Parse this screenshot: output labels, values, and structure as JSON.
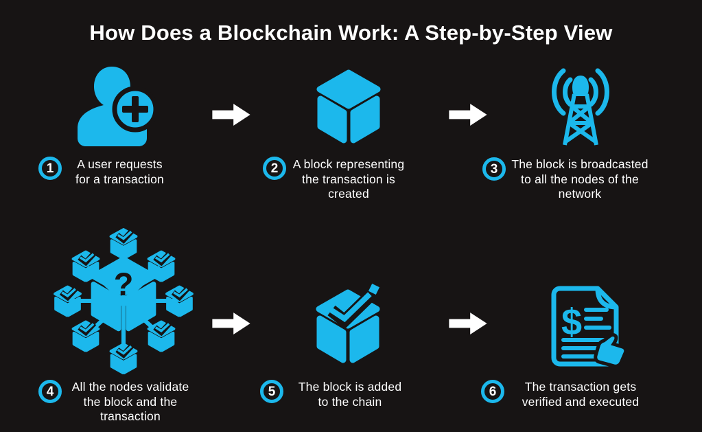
{
  "title": "How Does a Blockchain Work: A Step-by-Step View",
  "colors": {
    "background": "#171414",
    "accent_cyan": "#1cb8ec",
    "text": "#ffffff",
    "arrow": "#ffffff"
  },
  "glyphs": {
    "dollar": "$",
    "question": "?"
  },
  "steps": [
    {
      "number": "1",
      "icon": "user-add-icon",
      "label": "A user requests\nfor a transaction"
    },
    {
      "number": "2",
      "icon": "block-cube-icon",
      "label": "A block representing\nthe transaction is\ncreated"
    },
    {
      "number": "3",
      "icon": "broadcast-tower-icon",
      "label": "The block is broadcasted\nto all the nodes of the\nnetwork"
    },
    {
      "number": "4",
      "icon": "nodes-validation-network-icon",
      "label": "All the nodes validate\nthe block and the\ntransaction"
    },
    {
      "number": "5",
      "icon": "verified-cube-icon",
      "label": "The block is added\nto the chain"
    },
    {
      "number": "6",
      "icon": "transaction-receipt-icon",
      "label": "The transaction gets\nverified and executed"
    }
  ]
}
